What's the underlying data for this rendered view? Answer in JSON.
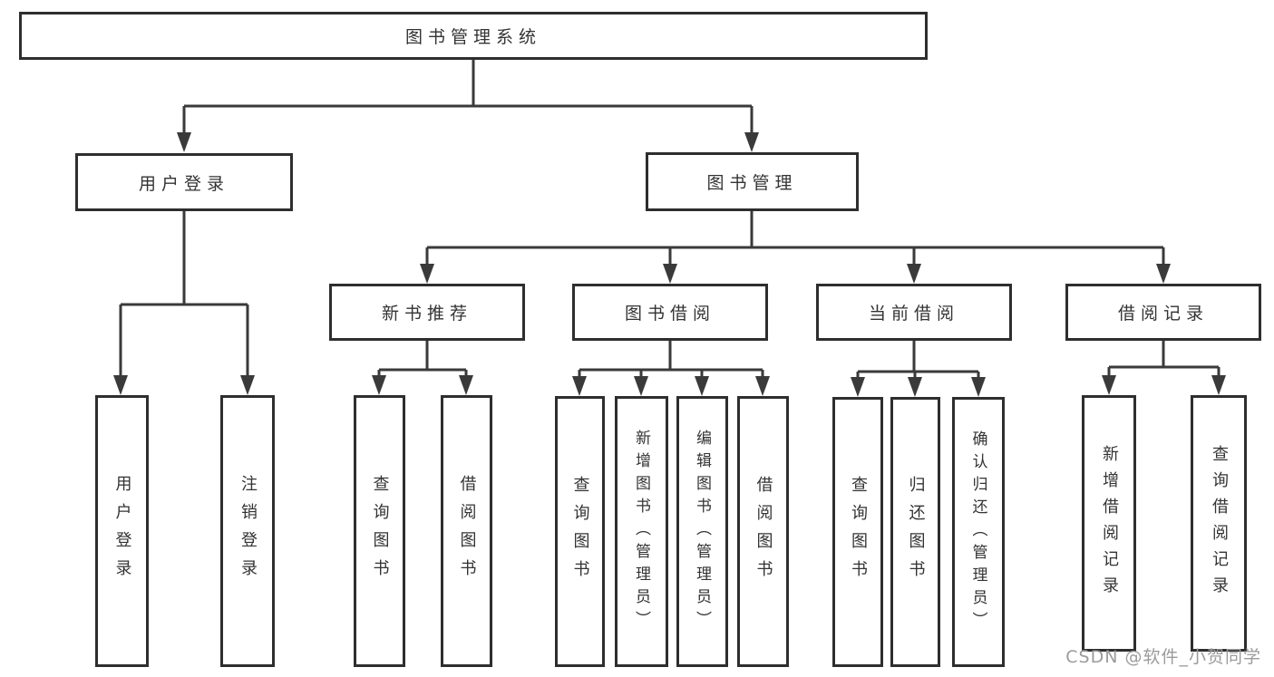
{
  "colors": {
    "background": "#ffffff",
    "line": "#3a3a3a",
    "box_border": "#2e2e2e",
    "text": "#333333",
    "watermark": "#9b9b9b"
  },
  "watermark": {
    "text": "CSDN @软件_小贺同学"
  },
  "tree": {
    "label": "图书管理系统",
    "children": [
      {
        "label": "用户登录",
        "children": [
          {
            "label": "用户登录"
          },
          {
            "label": "注销登录"
          }
        ]
      },
      {
        "label": "图书管理",
        "children": [
          {
            "label": "新书推荐",
            "children": [
              {
                "label": "查询图书"
              },
              {
                "label": "借阅图书"
              }
            ]
          },
          {
            "label": "图书借阅",
            "children": [
              {
                "label": "查询图书"
              },
              {
                "label": "新增图书（管理员）"
              },
              {
                "label": "编辑图书（管理员）"
              },
              {
                "label": "借阅图书"
              }
            ]
          },
          {
            "label": "当前借阅",
            "children": [
              {
                "label": "查询图书"
              },
              {
                "label": "归还图书"
              },
              {
                "label": "确认归还（管理员）"
              }
            ]
          },
          {
            "label": "借阅记录",
            "children": [
              {
                "label": "新增借阅记录"
              },
              {
                "label": "查询借阅记录"
              }
            ]
          }
        ]
      }
    ]
  }
}
